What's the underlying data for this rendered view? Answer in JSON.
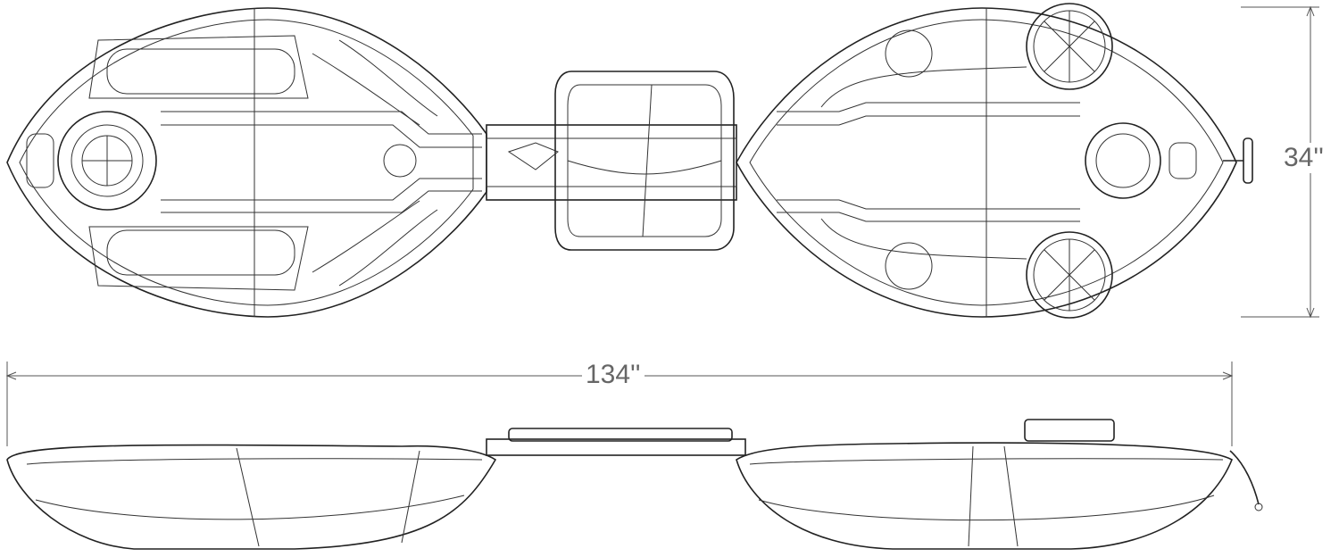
{
  "drawing": {
    "views": [
      "top-view",
      "side-view"
    ],
    "dimensions": {
      "width": "34''",
      "length": "134''"
    },
    "colors": {
      "line": "#222222",
      "dimension_text": "#666666"
    }
  }
}
